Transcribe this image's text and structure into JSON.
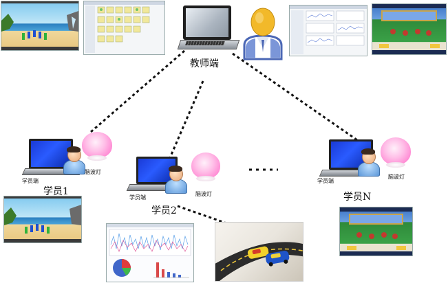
{
  "teacher": {
    "label": "教师端"
  },
  "students": [
    {
      "terminal_label": "学员端",
      "name": "学员1",
      "lamp_label": "脑波灯"
    },
    {
      "terminal_label": "学员端",
      "name": "学员2",
      "lamp_label": "脑波灯"
    },
    {
      "terminal_label": "学员端",
      "name": "学员N",
      "lamp_label": "脑波灯"
    }
  ],
  "ellipsis": "……",
  "colors": {
    "laptop_screen": "#1f47e8",
    "lamp": "#ff9ad8",
    "person_body": "#5a96d8",
    "teacher_avatar": "#f2b92a",
    "connection_line": "#111111"
  },
  "icons": [
    "laptop-icon",
    "person-icon",
    "brainwave-lamp-icon",
    "teacher-avatar-icon"
  ]
}
